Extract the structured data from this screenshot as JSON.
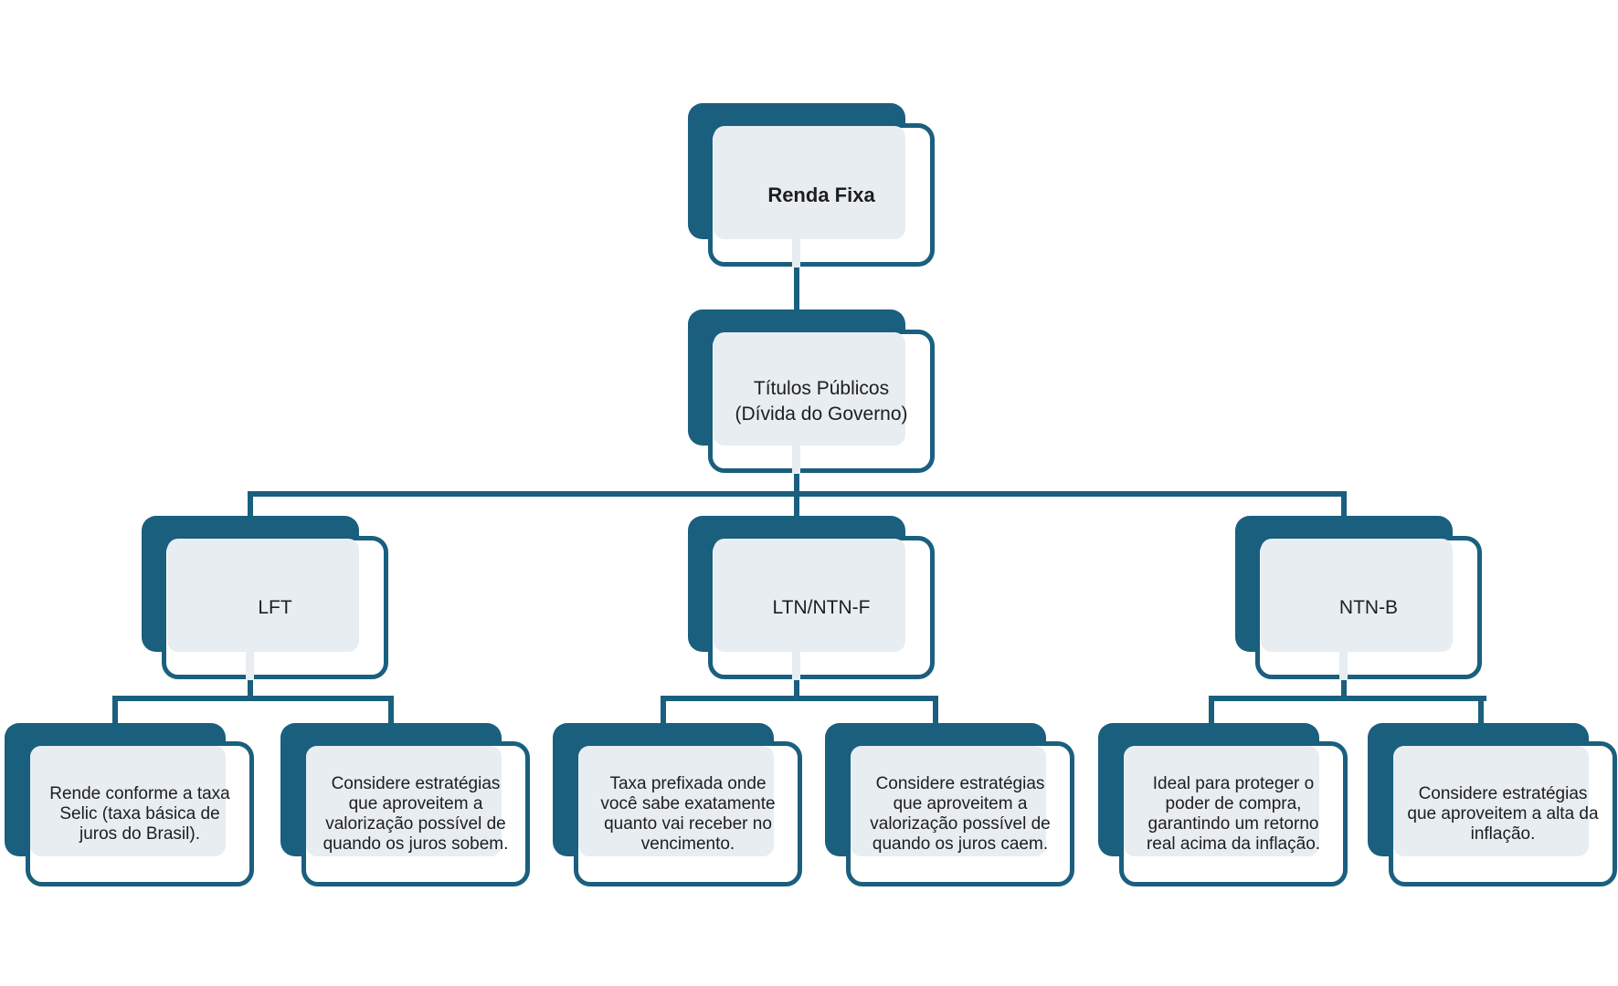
{
  "palette": {
    "dark_teal": "#1A5F7E",
    "light_panel": "#E8EDF1",
    "background": "#FFFFFF",
    "text": "#1E1E1E"
  },
  "tree": {
    "root": {
      "label": "Renda Fixa"
    },
    "level2": {
      "label": "Títulos Públicos\n(Dívida do Governo)"
    },
    "branches": [
      {
        "label": "LFT",
        "leaves": [
          "Rende conforme a taxa\nSelic (taxa básica de\njuros do Brasil).",
          "Considere estratégias\nque aproveitem a\nvalorização possível de\nquando os juros sobem."
        ]
      },
      {
        "label": "LTN/NTN-F",
        "leaves": [
          "Taxa prefixada onde\nvocê sabe exatamente\nquanto vai receber no\nvencimento.",
          "Considere estratégias\nque aproveitem a\nvalorização possível de\nquando os juros caem."
        ]
      },
      {
        "label": "NTN-B",
        "leaves": [
          "Ideal para proteger o\npoder de compra,\ngarantindo um retorno\nreal acima da inflação.",
          "Considere estratégias\nque aproveitem a alta da\ninflação."
        ]
      }
    ]
  }
}
